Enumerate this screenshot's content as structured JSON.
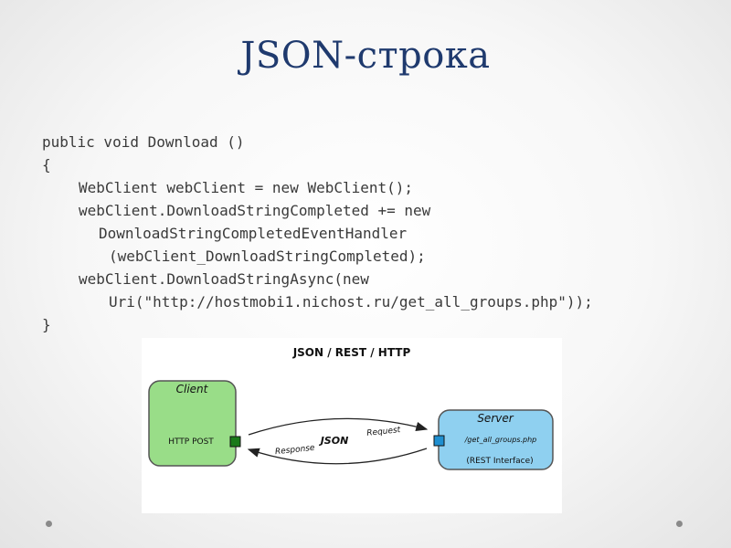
{
  "title": "JSON-строка",
  "code_lines": [
    "public void Download ()",
    "{",
    "WebClient webClient = new WebClient();",
    "webClient.DownloadStringCompleted += new",
    "DownloadStringCompletedEventHandler",
    "(webClient_DownloadStringCompleted);",
    "webClient.DownloadStringAsync(new",
    "Uri(\"http://hostmobi1.nichost.ru/get_all_groups.php\"));",
    "}"
  ],
  "diagram": {
    "heading": "JSON / REST / HTTP",
    "client": {
      "title": "Client",
      "label": "HTTP POST",
      "fill": "#99dd88",
      "port_color": "#1a7a1a"
    },
    "server": {
      "title": "Server",
      "endpoint": "/get_all_groups.php",
      "label": "(REST Interface)",
      "fill": "#8fd0f0",
      "port_color": "#1f8fd0"
    },
    "arrow_center_label": "JSON",
    "request_label": "Request",
    "response_label": "Response"
  },
  "colors": {
    "title": "#1f3a6e",
    "code_text": "#3a3a3a"
  }
}
